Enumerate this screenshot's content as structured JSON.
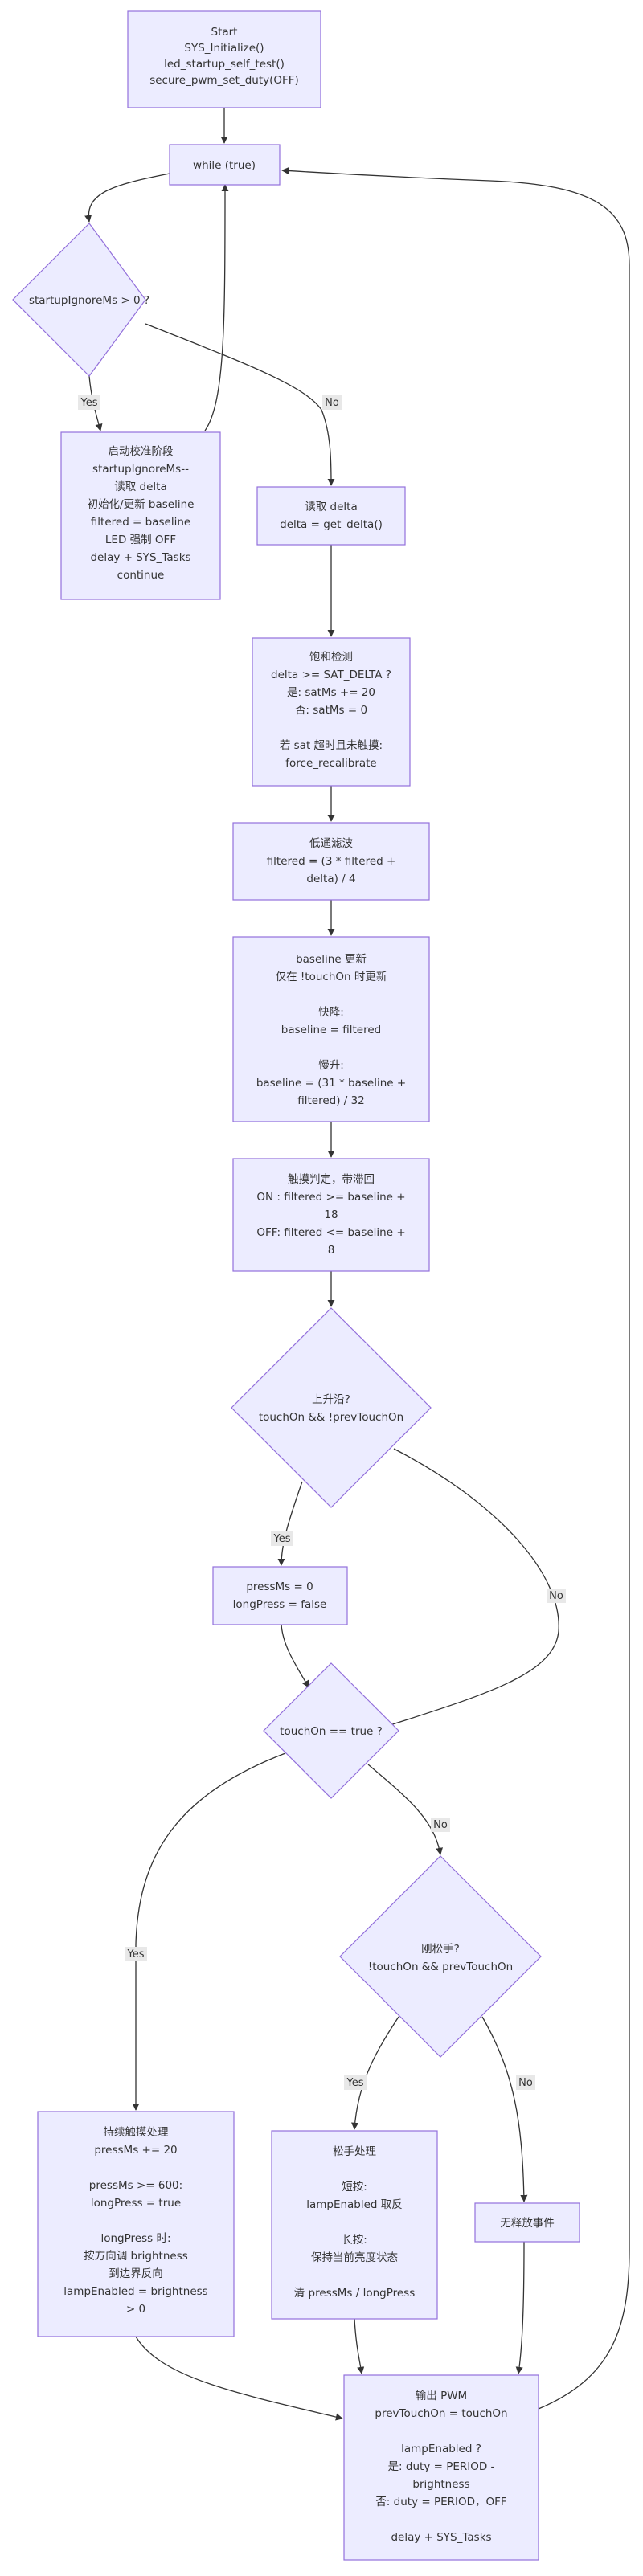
{
  "nodes": {
    "start": [
      "Start",
      "SYS_Initialize()",
      "led_startup_self_test()",
      "secure_pwm_set_duty(OFF)"
    ],
    "loop": [
      "while (true)"
    ],
    "startup_check": [
      "startupIgnoreMs > 0 ?"
    ],
    "startup_phase": [
      "启动校准阶段",
      "startupIgnoreMs--",
      "读取 delta",
      "初始化/更新 baseline",
      "filtered = baseline",
      "LED 强制 OFF",
      "delay + SYS_Tasks",
      "continue"
    ],
    "read_delta": [
      "读取 delta",
      "delta = get_delta()"
    ],
    "saturation": [
      "饱和检测",
      "delta >= SAT_DELTA ?",
      "是: satMs += 20",
      "否: satMs = 0",
      "",
      "若 sat 超时且未触摸:",
      "force_recalibrate"
    ],
    "lowpass": [
      "低通滤波",
      "filtered = (3 * filtered +",
      "delta) / 4"
    ],
    "baseline": [
      "baseline 更新",
      "仅在 !touchOn 时更新",
      "",
      "快降:",
      "baseline = filtered",
      "",
      "慢升:",
      "baseline = (31 * baseline +",
      "filtered) / 32"
    ],
    "touch_judge": [
      "触摸判定，带滞回",
      "ON : filtered >= baseline +",
      "18",
      "OFF: filtered <= baseline +",
      "8"
    ],
    "rising_edge": [
      "上升沿?",
      "touchOn && !prevTouchOn"
    ],
    "press_reset": [
      "pressMs = 0",
      "longPress = false"
    ],
    "touch_on_check": [
      "touchOn == true ?"
    ],
    "hold": [
      "持续触摸处理",
      "pressMs += 20",
      "",
      "pressMs >= 600:",
      "longPress = true",
      "",
      "longPress 时:",
      "按方向调 brightness",
      "到边界反向",
      "lampEnabled = brightness",
      "> 0"
    ],
    "released_check": [
      "刚松手?",
      "!touchOn && prevTouchOn"
    ],
    "release": [
      "松手处理",
      "",
      "短按:",
      "lampEnabled 取反",
      "",
      "长按:",
      "保持当前亮度状态",
      "",
      "清 pressMs / longPress"
    ],
    "no_event": [
      "无释放事件"
    ],
    "output": [
      "输出 PWM",
      "prevTouchOn = touchOn",
      "",
      "lampEnabled ?",
      "是: duty = PERIOD -",
      "brightness",
      "否: duty = PERIOD，OFF",
      "",
      "delay + SYS_Tasks"
    ]
  },
  "edge_labels": {
    "startup_yes": "Yes",
    "startup_no": "No",
    "rising_yes": "Yes",
    "rising_no": "No",
    "touch_yes": "Yes",
    "touch_no": "No",
    "released_yes": "Yes",
    "released_no": "No"
  }
}
